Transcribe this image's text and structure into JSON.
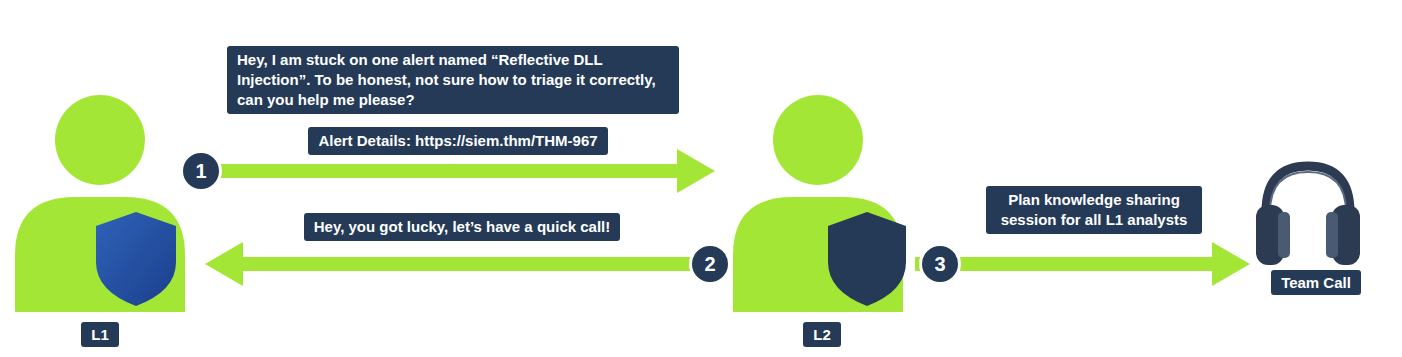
{
  "diagram": {
    "nodes": [
      {
        "text": [
          "L1"
        ]
      },
      {
        "text": [
          "L2"
        ]
      },
      {
        "text": [
          "Team Call"
        ]
      },
      {
        "text": [
          "1"
        ]
      },
      {
        "text": [
          "Hey, I am stuck on one alert named “Reflective DLL Injection”. To be honest, not sure how to triage it correctly, can you help me please?"
        ]
      },
      {
        "text": [
          "Alert Details: https://siem.thm/THM-967"
        ]
      },
      {
        "text": [
          "2"
        ]
      },
      {
        "text": [
          "Hey, you got lucky, let’s have a quick call!"
        ]
      },
      {
        "text": [
          "3"
        ]
      },
      {
        "text": [
          "Plan knowledge sharing session for all L1 analysts"
        ]
      }
    ],
    "edges": [
      {
        "from": 0,
        "to": 1,
        "arrow": "to"
      },
      {
        "from": 1,
        "to": 0,
        "arrow": "to"
      },
      {
        "from": 1,
        "to": 2,
        "arrow": "to"
      }
    ]
  }
}
